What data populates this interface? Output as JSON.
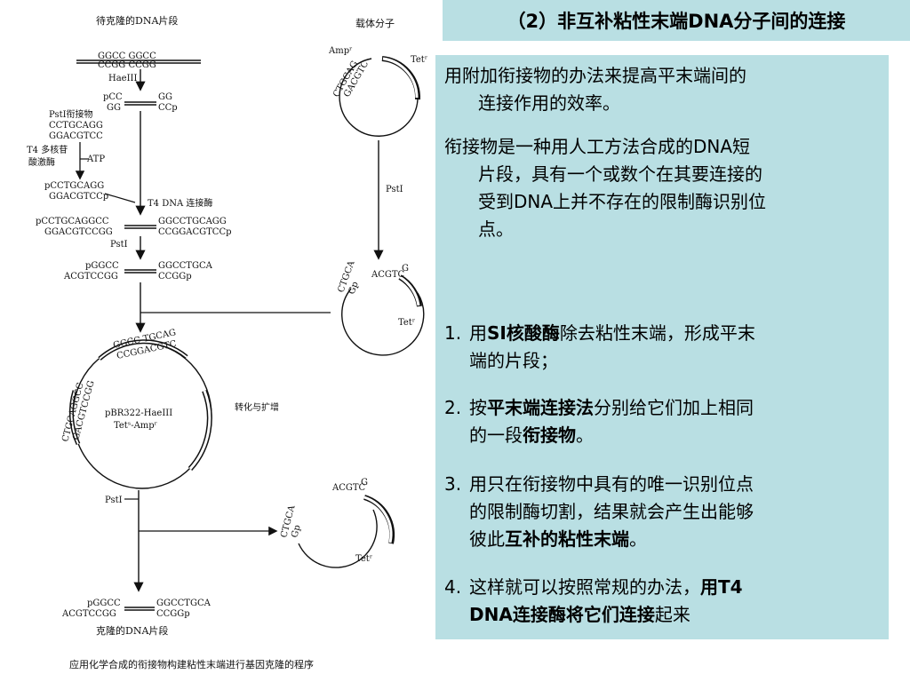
{
  "header": {
    "title": "（2）非互补粘性末端DNA分子间的连接"
  },
  "panel": {
    "intro1": [
      "用附加衔接物的办法来提高平末端间的",
      "连接作用的效率。"
    ],
    "intro2": [
      "衔接物是一种用人工方法合成的DNA短",
      "片段，具有一个或数个在其要连接的",
      "受到DNA上并不存在的限制酶识别位",
      "点。"
    ],
    "steps": [
      {
        "num": "1.",
        "l1a": "用",
        "l1b": "SI核酸酶",
        "l1c": "除去粘性末端，形成平末",
        "l2": "端的片段；"
      },
      {
        "num": "2.",
        "l1a": "按",
        "l1b": "平末端连接法",
        "l1c": "分别给它们加上相同",
        "l2a": "的一段",
        "l2b": "衔接物",
        "l2c": "。"
      },
      {
        "num": "3.",
        "l1": "用只在衔接物中具有的唯一识别位点",
        "l2": "的限制酶切割，结果就会产生出能够",
        "l3a": "彼此",
        "l3b": "互补的粘性末端",
        "l3c": "。"
      },
      {
        "num": "4.",
        "l1a": "这样就可以按照常规的办法，",
        "l1b": "用T4",
        "l2a": "DNA连接酶将它们连接",
        "l2b": "起来"
      }
    ]
  },
  "diagram": {
    "label_fragment": "待克隆的DNA片段",
    "label_vector": "载体分子",
    "seq1_top": "GGCC  GGCC",
    "seq1_bot": "CCGG  CCGG",
    "haeIII": "HaeIII",
    "seq2_top_l": "pCC",
    "seq2_top_r": "GG",
    "seq2_bot_l": "GG",
    "seq2_bot_r": "CCp",
    "linker_label": "PstI衔接物",
    "linker_top": "CCTGCAGG",
    "linker_bot": "GGACGTCC",
    "kinase1": "T4 多核苷",
    "kinase2": "酸激酶",
    "atp": "ATP",
    "seq3_top": "pCCTGCAGG",
    "seq3_bot": "GGACGTCCp",
    "ligase": "T4 DNA 连接酶",
    "seq4_top_l": "pCCTGCAGGCC",
    "seq4_top_r": "GGCCTGCAGG",
    "seq4_bot_l": "GGACGTCCGG",
    "seq4_bot_r": "CCGGACGTCCp",
    "psti": "PstI",
    "seq5_top_l": "pGGCC",
    "seq5_top_r": "GGCCTGCA",
    "seq5_bot_l": "ACGTCCGG",
    "seq5_bot_r": "CCGGp",
    "ampr": "Ampʳ",
    "tetr": "Tetʳ",
    "vec_seq_a": "CTGCAG",
    "vec_seq_b": "GACGTC",
    "psti_vec": "PstI",
    "cut_a": "CTGCA",
    "cut_b": "Gp",
    "cut_c": "ACGTC",
    "cut_d": "G",
    "plasmid_name": "pBR322-HaeIII",
    "plasmid_genes": "Tetˢ-Ampʳ",
    "ring_seq1": "GGCC TGCAG",
    "ring_seq2": "CCGGACGTC",
    "ring_seq3": "CTGCAGGCC",
    "ring_seq4": "GACGTCCGG",
    "transform": "转化与扩增",
    "psti2": "PstI",
    "final_top_l": "pGGCC",
    "final_top_r": "GGCCTGCA",
    "final_bot_l": "ACGTCCGG",
    "final_bot_r": "CCGGp",
    "cloned": "克隆的DNA片段",
    "caption": "应用化学合成的衔接物构建粘性末端进行基因克隆的程序"
  }
}
